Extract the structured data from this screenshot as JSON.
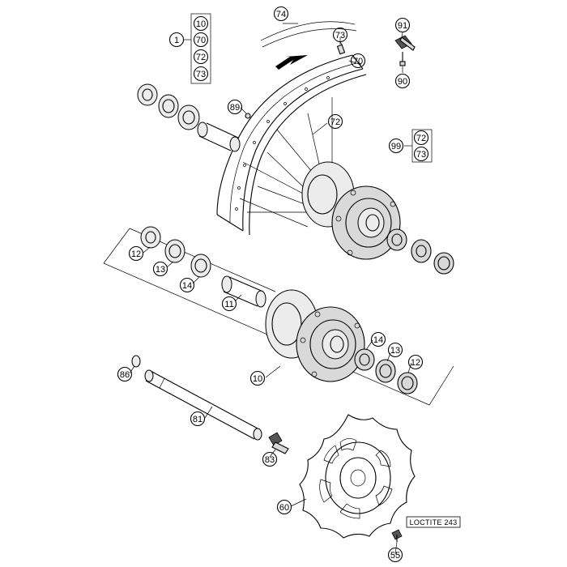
{
  "labels": {
    "l1": "1",
    "l10a": "10",
    "l70a": "70",
    "l72a": "72",
    "l73a": "73",
    "l74": "74",
    "l73b": "73",
    "l70b": "70",
    "l91": "91",
    "l90": "90",
    "l89": "89",
    "l72b": "72",
    "l99": "99",
    "l72c": "72",
    "l73c": "73",
    "l12a": "12",
    "l13a": "13",
    "l14a": "14",
    "l11": "11",
    "l14b": "14",
    "l13b": "13",
    "l12b": "12",
    "l10b": "10",
    "l86": "86",
    "l81": "81",
    "l83": "83",
    "l60": "60",
    "l55": "55"
  },
  "note": "LOCTITE 243"
}
